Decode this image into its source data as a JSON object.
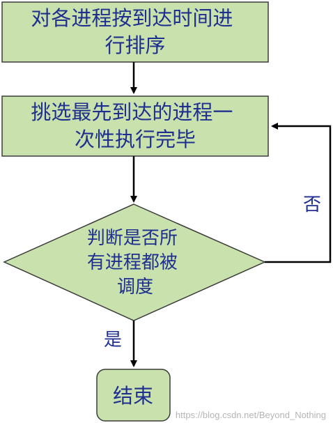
{
  "colors": {
    "box_fill": "#c9e2ad",
    "box_stroke": "#3a3a3a",
    "text": "#1f2f8f",
    "arrow": "#000000"
  },
  "nodes": {
    "sort": {
      "lines": [
        "对各进程按到达时间进",
        "行排序"
      ]
    },
    "select": {
      "lines": [
        "挑选最先到达的进程一",
        "次性执行完毕"
      ]
    },
    "decision": {
      "lines": [
        "判断是否所",
        "有进程都被",
        "调度"
      ]
    },
    "end": {
      "lines": [
        "结束"
      ]
    }
  },
  "edges": {
    "no_label": "否",
    "yes_label": "是"
  },
  "watermark": "https://blog.csdn.net/Beyond_Nothing"
}
